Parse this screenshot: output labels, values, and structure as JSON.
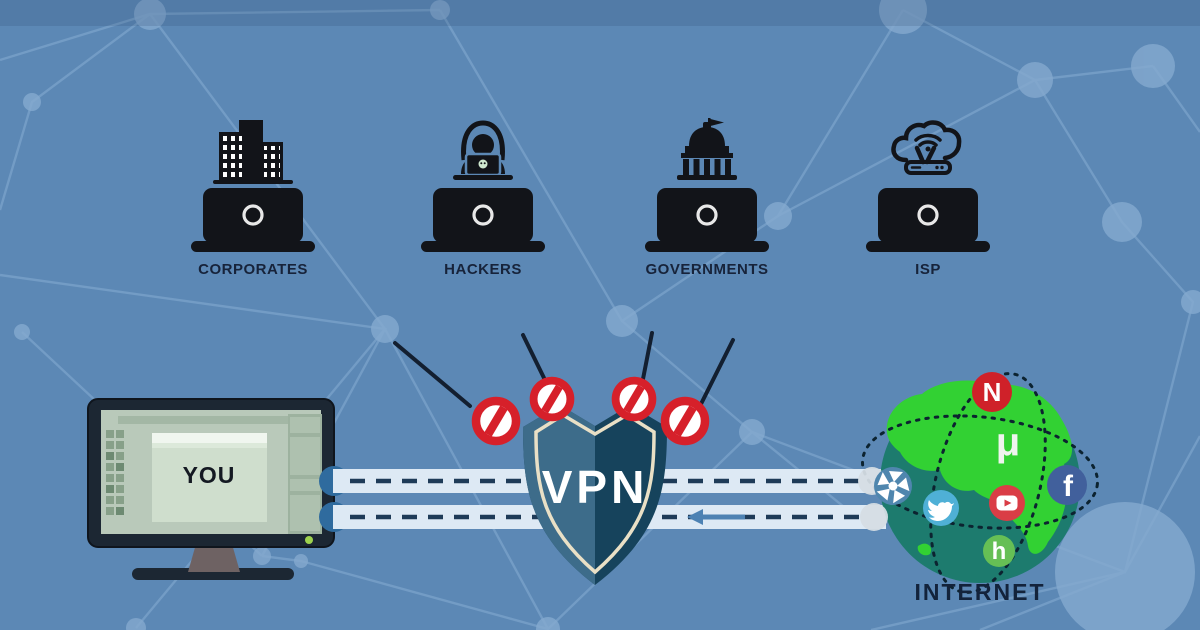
{
  "scene": {
    "background": "#5c88b5",
    "mesh_color": "#8ab0d6"
  },
  "watchers": {
    "items": [
      {
        "label": "CORPORATES",
        "icon": "office-buildings-icon"
      },
      {
        "label": "HACKERS",
        "icon": "hooded-hacker-icon"
      },
      {
        "label": "GOVERNMENTS",
        "icon": "capitol-building-icon"
      },
      {
        "label": "ISP",
        "icon": "cloud-wifi-router-icon"
      }
    ],
    "device_icon": "laptop-back-icon",
    "blocked_sign_icon": "no-entry-icon",
    "blocked_sign_count": 4,
    "sign_color": "#d6202a"
  },
  "user": {
    "label": "YOU",
    "device_icon": "desktop-monitor-icon",
    "screen_color": "#b9c9ba"
  },
  "vpn": {
    "label": "VPN",
    "shield_left": "#3d6c8a",
    "shield_right": "#16435c",
    "shield_border": "#e9e0c6"
  },
  "tunnel": {
    "band_color": "#dde9f4",
    "dash_color": "#1e3b58",
    "cap_color": "#2f6b9e",
    "arrow_direction": "left"
  },
  "internet": {
    "label": "INTERNET",
    "globe": {
      "ocean": "#1d7b6e",
      "land": "#32d133"
    },
    "services": [
      {
        "name": "netflix",
        "glyph": "N",
        "color": "#cf2129"
      },
      {
        "name": "utorrent",
        "glyph": "μ",
        "color": "#eef4ee"
      },
      {
        "name": "facebook",
        "glyph": "f",
        "color": "#41609c"
      },
      {
        "name": "twitter",
        "icon": "twitter-bird-icon",
        "color": "#4fb0d6"
      },
      {
        "name": "youtube",
        "icon": "play-button-icon",
        "color": "#da3d46"
      },
      {
        "name": "hulu",
        "glyph": "h",
        "color": "#66bf55"
      },
      {
        "name": "kde-share",
        "icon": "pinwheel-icon",
        "color": "#4f86ae"
      }
    ]
  }
}
